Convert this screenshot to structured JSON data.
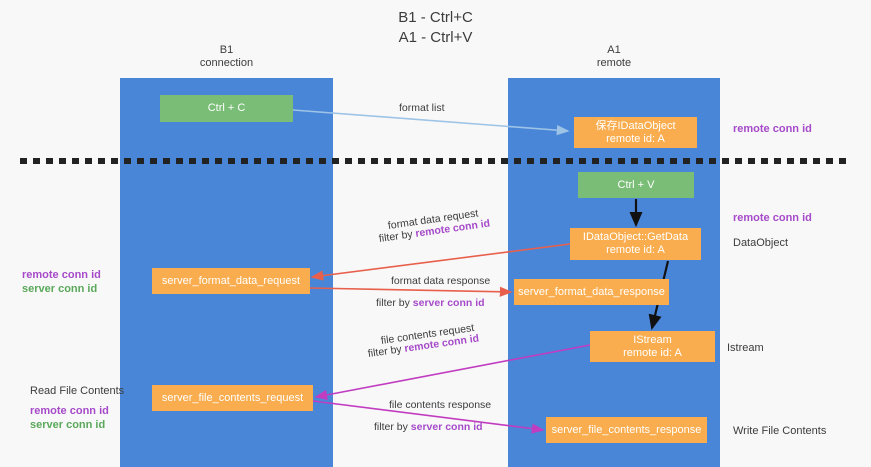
{
  "title": {
    "line1": "B1 - Ctrl+C",
    "line2": "A1 - Ctrl+V"
  },
  "columns": [
    {
      "id": "b1",
      "name": "B1",
      "role": "connection",
      "color": "#4a86d8"
    },
    {
      "id": "a1",
      "name": "A1",
      "role": "remote",
      "color": "#4a86d8"
    }
  ],
  "colors": {
    "column_blue": "#4a86d8",
    "node_green": "#79bd77",
    "node_orange": "#f9ad4e",
    "accent_purple": "#a64ac9",
    "accent_green": "#5aa85a",
    "arrow_lightblue": "#9dc3e6",
    "arrow_red": "#e8604c",
    "arrow_magenta": "#c13cc1",
    "arrow_black": "#111111",
    "background": "#f8f8f8"
  },
  "nodes": {
    "ctrl_c": "Ctrl + C",
    "save_idataobject_line1": "保存IDataObject",
    "save_idataobject_line2": "remote id: A",
    "ctrl_v": "Ctrl + V",
    "getdata_line1": "IDataObject::GetData",
    "getdata_line2": "remote id: A",
    "server_format_data_request": "server_format_data_request",
    "server_format_data_response": "server_format_data_response",
    "istream_line1": "IStream",
    "istream_line2": "remote id: A",
    "server_file_contents_request": "server_file_contents_request",
    "server_file_contents_response": "server_file_contents_response"
  },
  "edge_labels": {
    "format_list": "format list",
    "format_data_request": "format data request",
    "format_data_request_filter_prefix": "filter by ",
    "format_data_request_filter_key": "remote conn id",
    "format_data_response": "format data response",
    "format_data_response_filter_prefix": "filter by ",
    "format_data_response_filter_key": "server conn id",
    "file_contents_request": "file contents request",
    "file_contents_request_filter_prefix": "filter by ",
    "file_contents_request_filter_key": "remote conn id",
    "file_contents_response": "file contents response",
    "file_contents_response_filter_prefix": "filter by ",
    "file_contents_response_filter_key": "server conn id"
  },
  "side_labels": {
    "right_remote_conn_id_top": "remote conn id",
    "right_remote_conn_id_mid": "remote conn id",
    "right_dataobject": "DataObject",
    "right_istream": "Istream",
    "right_write_file_contents": "Write File Contents",
    "left_remote_conn_id_1": "remote conn id",
    "left_server_conn_id_1": "server conn id",
    "left_read_file_contents": "Read File Contents",
    "left_remote_conn_id_2": "remote conn id",
    "left_server_conn_id_2": "server conn id"
  }
}
